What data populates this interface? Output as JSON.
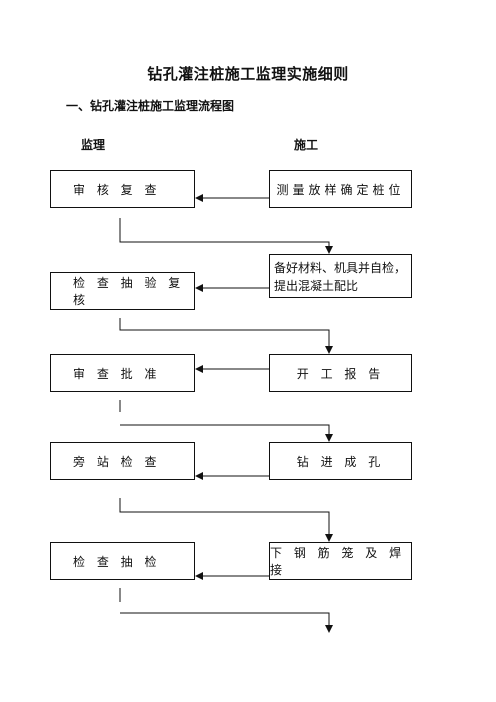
{
  "title": "钻孔灌注桩施工监理实施细则",
  "subtitle": "一、钻孔灌注桩施工监理流程图",
  "columns": {
    "left": "监理",
    "right": "施工"
  },
  "left_nodes": [
    "审 核 复 查",
    "检 查 抽 验 复 核",
    "审 查 批 准",
    "旁 站 检 查",
    "检 查 抽 检"
  ],
  "right_nodes": [
    "测量放样确定桩位",
    "备好材料、机具并自检，",
    "提出混凝土配比",
    "开 工 报 告",
    "钻 进 成 孔",
    "下 钢 筋 笼 及 焊 接"
  ]
}
